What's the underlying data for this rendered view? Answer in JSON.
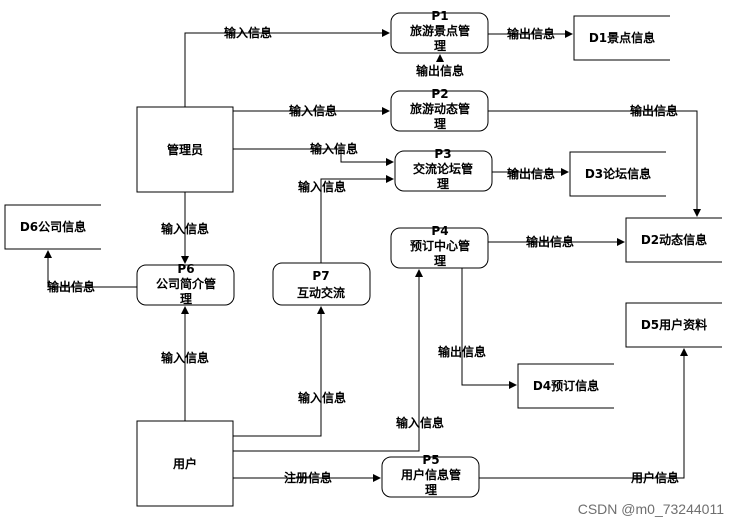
{
  "entities": {
    "admin": "管理员",
    "user": "用户"
  },
  "processes": {
    "p1": {
      "id": "P1",
      "name_l1": "旅游景点管",
      "name_l2": "理"
    },
    "p2": {
      "id": "P2",
      "name_l1": "旅游动态管",
      "name_l2": "理"
    },
    "p3": {
      "id": "P3",
      "name_l1": "交流论坛管",
      "name_l2": "理"
    },
    "p4": {
      "id": "P4",
      "name_l1": "预订中心管",
      "name_l2": "理"
    },
    "p5": {
      "id": "P5",
      "name_l1": "用户信息管",
      "name_l2": "理"
    },
    "p6": {
      "id": "P6",
      "name_l1": "公司简介管",
      "name_l2": "理"
    },
    "p7": {
      "id": "P7",
      "name_l1": "互动交流",
      "name_l2": ""
    }
  },
  "stores": {
    "d1": "D1景点信息",
    "d2": "D2动态信息",
    "d3": "D3论坛信息",
    "d4": "D4预订信息",
    "d5": "D5用户资料",
    "d6": "D6公司信息"
  },
  "flows": {
    "admin_p1": "输入信息",
    "p1_d1": "输出信息",
    "p1_out_below": "输出信息",
    "admin_p2": "输入信息",
    "p2_d2": "输出信息",
    "admin_p3": "输入信息",
    "p7_p3": "输入信息",
    "p3_d3": "输出信息",
    "admin_p6": "输入信息",
    "p6_d6": "输出信息",
    "p4_d2": "输出信息",
    "p4_d4": "输出信息",
    "user_p6": "输入信息",
    "user_p7": "输入信息",
    "user_p4": "输入信息",
    "user_p5": "注册信息",
    "p5_d5": "用户信息"
  },
  "watermark": "CSDN @m0_73244011"
}
